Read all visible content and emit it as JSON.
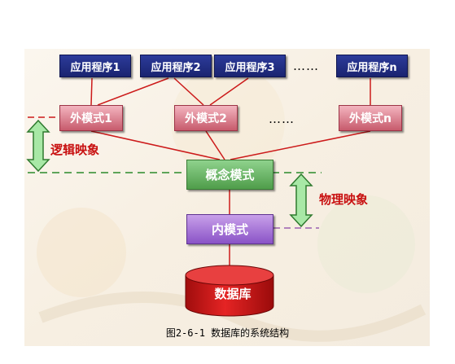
{
  "diagram": {
    "applications": [
      "应用程序1",
      "应用程序2",
      "应用程序3",
      "应用程序n"
    ],
    "app_ellipsis": "……",
    "external_schemas": [
      "外模式1",
      "外模式2",
      "外模式n"
    ],
    "ext_ellipsis": "……",
    "concept_schema": "概念模式",
    "internal_schema": "内模式",
    "database": "数据库",
    "logical_mapping": "逻辑映象",
    "physical_mapping": "物理映象",
    "caption": "图2-6-1 数据库的系统结构"
  },
  "colors": {
    "app_box": "#1a2470",
    "external_box": "#d9707f",
    "concept_box": "#5aaa55",
    "internal_box": "#9a63d0",
    "database": "#d11a1a",
    "lines": "#cc1a1a",
    "arrows": "#9be39a",
    "mapping_text": "#c81010"
  }
}
